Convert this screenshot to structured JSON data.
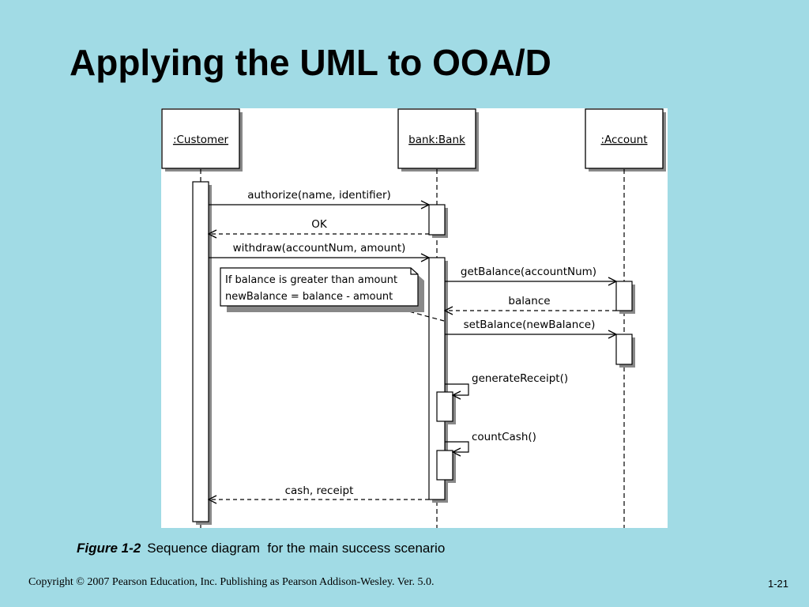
{
  "slide": {
    "title": "Applying the UML to OOA/D",
    "footer": "Copyright © 2007 Pearson Education, Inc. Publishing as Pearson Addison-Wesley. Ver. 5.0.",
    "page_number": "1-21"
  },
  "figure": {
    "label": "Figure 1-2",
    "caption": "Sequence diagram  for the main success scenario"
  },
  "diagram": {
    "lifelines": [
      {
        "name": ":Customer"
      },
      {
        "name": "bank:Bank"
      },
      {
        "name": ":Account"
      }
    ],
    "messages": [
      {
        "label": "authorize(name, identifier)",
        "type": "call"
      },
      {
        "label": "OK",
        "type": "return"
      },
      {
        "label": "withdraw(accountNum, amount)",
        "type": "call"
      },
      {
        "label": "getBalance(accountNum)",
        "type": "call"
      },
      {
        "label": "balance",
        "type": "return"
      },
      {
        "label": "setBalance(newBalance)",
        "type": "call"
      },
      {
        "label": "generateReceipt()",
        "type": "self"
      },
      {
        "label": "countCash()",
        "type": "self"
      },
      {
        "label": "cash, receipt",
        "type": "return"
      }
    ],
    "note": {
      "line1": "If balance is greater than amount",
      "line2": "newBalance = balance - amount"
    }
  }
}
